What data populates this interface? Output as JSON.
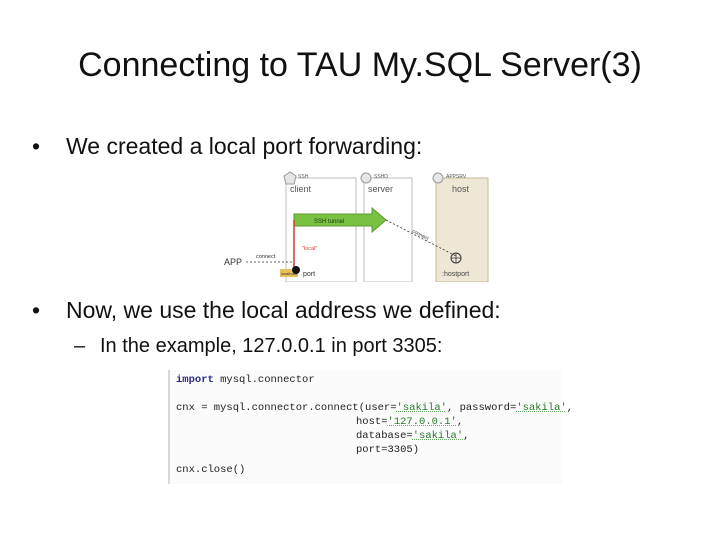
{
  "slide": {
    "title": "Connecting to TAU My.SQL Server(3)",
    "bullet1": "We created a local port forwarding:",
    "bullet2": "Now, we use the local address we defined:",
    "sub1": "In the example, 127.0.0.1 in port 3305:",
    "bullet_symbol": "•",
    "dash_symbol": "–"
  },
  "diagram": {
    "labels": {
      "client_tag": "SSH",
      "server_tag": "SSHD",
      "host_tag": "APPSRV",
      "client": "client",
      "server": "server",
      "host": "host",
      "tunnel": "SSH tunnel",
      "local": "\"local\"",
      "app": "APP",
      "connect": "connect",
      "port": "port",
      "local_small": "localhost",
      "hostport": ":hostport",
      "connect2": "connect"
    },
    "colors": {
      "tunnel_green": "#7ac143",
      "arrow_red": "#d43a2a",
      "host_panel": "#efe7d6"
    }
  },
  "code": {
    "line1_kw": "import",
    "line1_rest": " mysql.connector",
    "line2_pre": "cnx = mysql.connector.connect(user=",
    "line2_user": "'sakila'",
    "line2_mid": ", password=",
    "line2_pwd": "'sakila'",
    "line2_end": ",",
    "line3_pre": "host=",
    "line3_host": "'127.0.0.1'",
    "line3_end": ",",
    "line4_pre": "database=",
    "line4_db": "'sakila'",
    "line4_end": ",",
    "line5": "port=3305)",
    "line6": "cnx.close()"
  }
}
